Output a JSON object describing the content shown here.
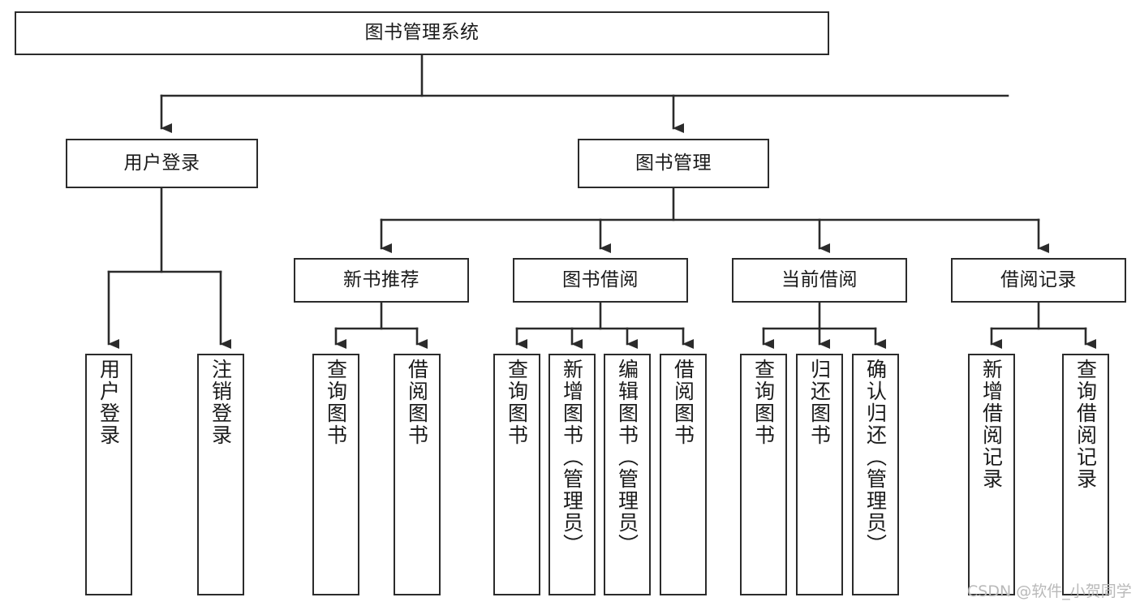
{
  "diagram": {
    "type": "tree-hierarchy",
    "title": "图书管理系统",
    "orientation": "top-down",
    "edge_style": "orthogonal-elbow",
    "arrowhead": "filled-triangle",
    "colors": {
      "background": "#ffffff",
      "box_border": "#2b2b2b",
      "box_fill": "#ffffff",
      "text": "#1b1b1b",
      "edge": "#2b2b2b",
      "watermark": "#b9b9b9"
    },
    "nodes": {
      "root": {
        "label": "图书管理系统",
        "level": 1
      },
      "level2": [
        {
          "id": "user-login",
          "label": "用户登录"
        },
        {
          "id": "book-manage",
          "label": "图书管理"
        }
      ],
      "level3": [
        {
          "id": "new-book-rec",
          "label": "新书推荐"
        },
        {
          "id": "book-borrow",
          "label": "图书借阅"
        },
        {
          "id": "current-borrow",
          "label": "当前借阅"
        },
        {
          "id": "borrow-record",
          "label": "借阅记录"
        }
      ],
      "leaves": {
        "user-login": [
          {
            "id": "leaf-user-login",
            "label": "用户登录"
          },
          {
            "id": "leaf-logout",
            "label": "注销登录"
          }
        ],
        "new-book-rec": [
          {
            "id": "leaf-query-book-1",
            "label": "查询图书"
          },
          {
            "id": "leaf-borrow-book-1",
            "label": "借阅图书"
          }
        ],
        "book-borrow": [
          {
            "id": "leaf-query-book-2",
            "label": "查询图书"
          },
          {
            "id": "leaf-add-book",
            "label": "新增图书（管理员）"
          },
          {
            "id": "leaf-edit-book",
            "label": "编辑图书（管理员）"
          },
          {
            "id": "leaf-borrow-book-2",
            "label": "借阅图书"
          }
        ],
        "current-borrow": [
          {
            "id": "leaf-query-book-3",
            "label": "查询图书"
          },
          {
            "id": "leaf-return-book",
            "label": "归还图书"
          },
          {
            "id": "leaf-confirm-return",
            "label": "确认归还（管理员）"
          }
        ],
        "borrow-record": [
          {
            "id": "leaf-add-record",
            "label": "新增借阅记录"
          },
          {
            "id": "leaf-query-record",
            "label": "查询借阅记录"
          }
        ]
      }
    },
    "watermark": "CSDN @软件_小贺同学"
  }
}
